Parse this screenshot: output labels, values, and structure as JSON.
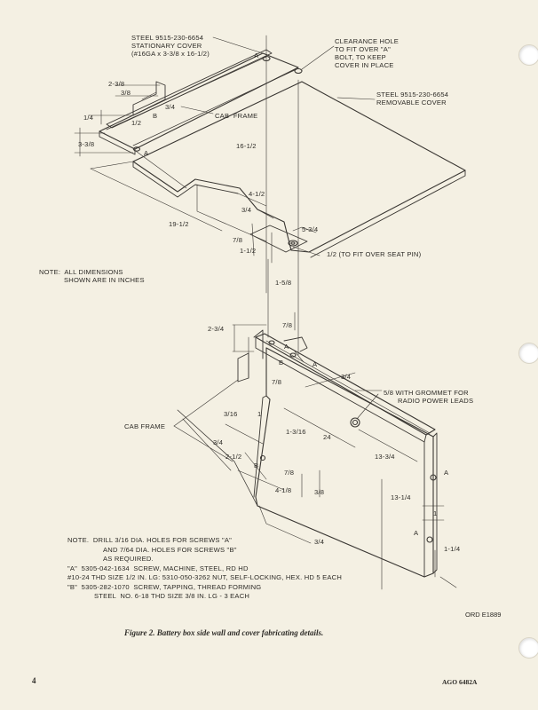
{
  "top": {
    "stationary_cover_l1": "STEEL 9515-230-6654",
    "stationary_cover_l2": "STATIONARY COVER",
    "stationary_cover_l3": "(#16GA x 3-3/8 x 16-1/2)",
    "clearance_l1": "CLEARANCE HOLE",
    "clearance_l2": "TO FIT OVER \"A\"",
    "clearance_l3": "BOLT, TO KEEP",
    "clearance_l4": "COVER IN PLACE",
    "removable_l1": "STEEL 9515-230-6654",
    "removable_l2": "REMOVABLE COVER",
    "cab_frame": "CAB  FRAME",
    "d_2_3_8": "2-3/8",
    "d_3_8": "3/8",
    "d_3_4a": "3/4",
    "d_1_4": "1/4",
    "d_1_2": "1/2",
    "d_3_3_8": "3-3/8",
    "d_16_1_2": "16-1/2",
    "d_4_1_2": "4-1/2",
    "d_3_4b": "3/4",
    "d_19_1_2": "19-1/2",
    "d_7_8": "7/8",
    "d_5_3_4": "5-3/4",
    "d_1_1_2": "1-1/2",
    "seat_pin": "1/2 (TO FIT OVER SEAT PIN)",
    "d_1_5_8": "1-5/8",
    "a1": "A",
    "a2": "A",
    "b1": "B"
  },
  "note_dims_l1": "NOTE:  ALL DIMENSIONS",
  "note_dims_l2": "SHOWN ARE IN INCHES",
  "bottom": {
    "d_2_3_4": "2-3/4",
    "d_7_8a": "7/8",
    "d_7_8b": "7/8",
    "d_3_4": "3/4",
    "grommet_l1": "5/8 WITH GROMMET FOR",
    "grommet_l2": "RADIO POWER LEADS",
    "cab_frame": "CAB FRAME",
    "d_3_16": "3/16",
    "d_1": "1",
    "d_1_3_16": "1-3/16",
    "d_24": "24",
    "d_3_4c": "3/4",
    "d_13_3_4": "13-3/4",
    "d_2_1_2": "2-1/2",
    "d_7_8c": "7/8",
    "d_4_1_8": "4-1/8",
    "d_3_8": "3/8",
    "d_13_1_4": "13-1/4",
    "d_1b": "1",
    "d_3_4d": "3/4",
    "d_1_1_4": "1-1/4",
    "a_top1": "A",
    "a_top2": "A",
    "a_right1": "A",
    "a_right2": "A",
    "b_top": "B",
    "b_left": "B"
  },
  "notes": {
    "l1": "NOTE.  DRILL 3/16 DIA. HOLES FOR SCREWS \"A\"",
    "l2": "AND 7/64 DIA. HOLES FOR SCREWS \"B\"",
    "l3": "AS REQUIRED.",
    "l4": "\"A\"  5305-042-1634  SCREW, MACHINE, STEEL, RD HD",
    "l5": "#10-24 THD SIZE 1/2 IN. LG: 5310-050-3262 NUT, SELF-LOCKING, HEX. HD 5 EACH",
    "l6": "\"B\"  5305-282-1070  SCREW, TAPPING, THREAD FORMING",
    "l7": "STEEL  NO. 6-18 THD SIZE 3/8 IN. LG - 3 EACH"
  },
  "ord": "ORD E1889",
  "caption": "Figure 2.   Battery box side wall and cover fabricating details.",
  "page_number": "4",
  "ago": "AGO 6482A"
}
